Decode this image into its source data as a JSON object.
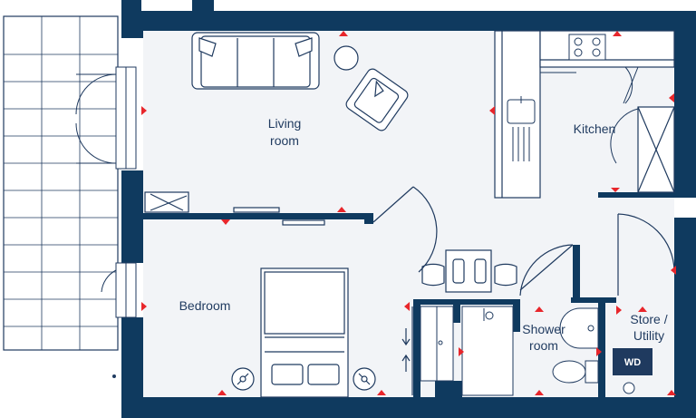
{
  "rooms": {
    "living": [
      "Living",
      "room"
    ],
    "kitchen": "Kitchen",
    "bedroom": "Bedroom",
    "shower": [
      "Shower",
      "room"
    ],
    "store": [
      "Store /",
      "Utility"
    ]
  },
  "appliance": {
    "washer_dryer": "WD"
  },
  "colors": {
    "wall": "#0f3a5f",
    "floor": "#f2f4f7",
    "line": "#1f3a5f",
    "marker": "#e8262b",
    "balcony_fill": "#ffffff"
  }
}
